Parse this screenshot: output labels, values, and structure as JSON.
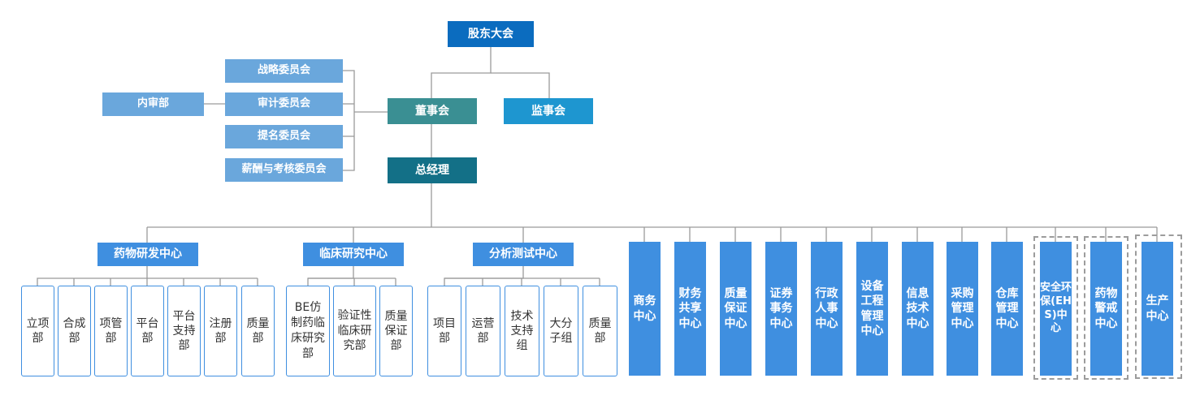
{
  "top": {
    "shareholders": "股东大会",
    "board": "董事会",
    "supervisors": "监事会",
    "gm": "总经理",
    "audit_dept": "内审部"
  },
  "committees": [
    "战略委员会",
    "审计委员会",
    "提名委员会",
    "薪酬与考核委员会"
  ],
  "centers": [
    "药物研发中心",
    "临床研究中心",
    "分析测试中心"
  ],
  "rd_depts": [
    "立项部",
    "合成部",
    "项管部",
    "平台部",
    "平台支持部",
    "注册部",
    "质量部"
  ],
  "clinical_depts": [
    "BE仿制药临床研究部",
    "验证性临床研究部",
    "质量保证部"
  ],
  "analysis_depts": [
    "项目部",
    "运营部",
    "技术支持组",
    "大分子组",
    "质量部"
  ],
  "function_centers": [
    "商务中心",
    "财务共享中心",
    "质量保证中心",
    "证券事务中心",
    "行政人事中心",
    "设备工程管理中心",
    "信息技术中心",
    "采购管理中心",
    "仓库管理中心"
  ],
  "dashed_centers": [
    "安全环保(EHS)中心",
    "药物警戒中心",
    "生产中心"
  ],
  "colors": {
    "shareholders": "#0b6cbf",
    "board": "#3a8f93",
    "supervisors": "#1e96d0",
    "gm": "#137087",
    "committee": "#6aa7dc",
    "center": "#3f8fe0",
    "line": "#9a9a9a"
  }
}
